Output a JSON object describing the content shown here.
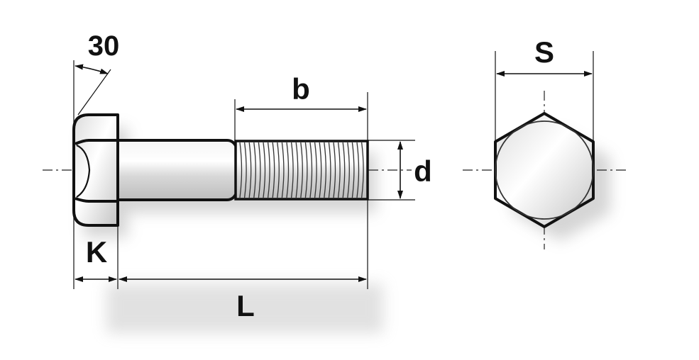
{
  "labels": {
    "angle": "30",
    "thread_length": "b",
    "diameter": "d",
    "head_height": "K",
    "length": "L",
    "across_flats": "S"
  }
}
